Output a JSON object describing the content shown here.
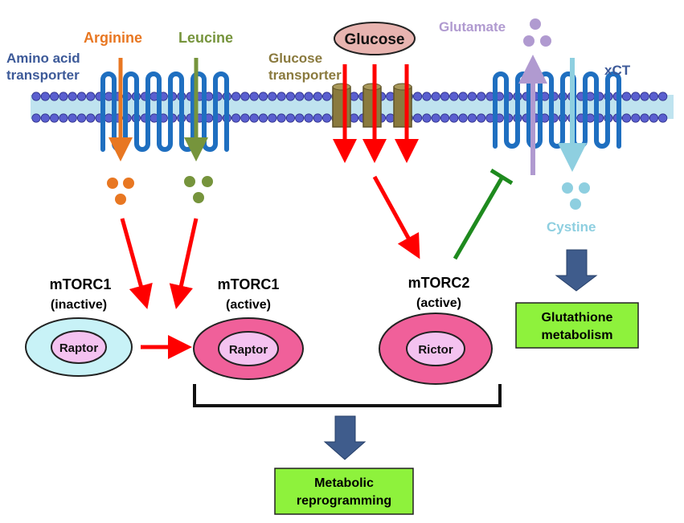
{
  "labels": {
    "amino_acid_transporter_l1": "Amino acid",
    "amino_acid_transporter_l2": "transporter",
    "arginine": "Arginine",
    "leucine": "Leucine",
    "glucose": "Glucose",
    "glucose_transporter_l1": "Glucose",
    "glucose_transporter_l2": "transporter",
    "glutamate": "Glutamate",
    "xct": "xCT",
    "cystine": "Cystine"
  },
  "complexes": {
    "mtorc1_inactive": {
      "name": "mTORC1",
      "state": "(inactive)",
      "core": "Raptor"
    },
    "mtorc1_active": {
      "name": "mTORC1",
      "state": "(active)",
      "core": "Raptor"
    },
    "mtorc2_active": {
      "name": "mTORC2",
      "state": "(active)",
      "core": "Rictor"
    }
  },
  "outcomes": {
    "glutathione_l1": "Glutathione",
    "glutathione_l2": "metabolism",
    "metabolic_l1": "Metabolic",
    "metabolic_l2": "reprogramming"
  },
  "colors": {
    "membrane_bead": "#5a5fcf",
    "membrane_band": "#bfe3ef",
    "transporter_coil": "#1f6fc0",
    "arginine": "#e87722",
    "leucine": "#76943c",
    "glucose_fill": "#e8b4b0",
    "glucose_channel": "#8a7a3e",
    "glutamate": "#b09ad0",
    "cystine": "#8ecfe0",
    "label_blue": "#3d5a99",
    "activation_arrow": "#ff0000",
    "inhibition": "#1e8a1e",
    "down_arrow": "#3f5c8c",
    "outcome_box": "#8ef23c",
    "raptor_inactive_outer": "#c8f2f7",
    "complex_active_outer": "#f0609a",
    "complex_core": "#f4c2f0"
  }
}
